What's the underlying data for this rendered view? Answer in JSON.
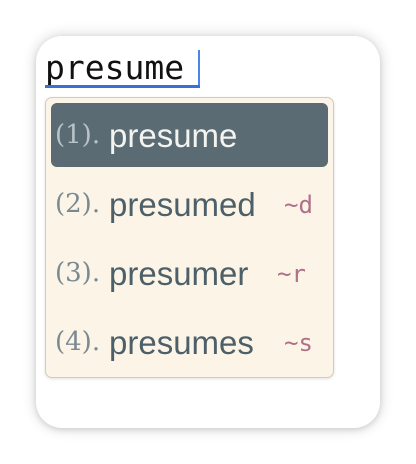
{
  "input": {
    "value": "presume"
  },
  "suggestions": [
    {
      "index": "(1).",
      "word": "presume",
      "suffix": ""
    },
    {
      "index": "(2).",
      "word": "presumed",
      "suffix": "~d"
    },
    {
      "index": "(3).",
      "word": "presumer",
      "suffix": "~r"
    },
    {
      "index": "(4).",
      "word": "presumes",
      "suffix": "~s"
    }
  ],
  "selected_index": 0,
  "colors": {
    "selected_bg": "#5b6b73",
    "dropdown_bg": "#fcf5e7",
    "suffix": "#b0708a",
    "caret": "#4a86e8"
  }
}
